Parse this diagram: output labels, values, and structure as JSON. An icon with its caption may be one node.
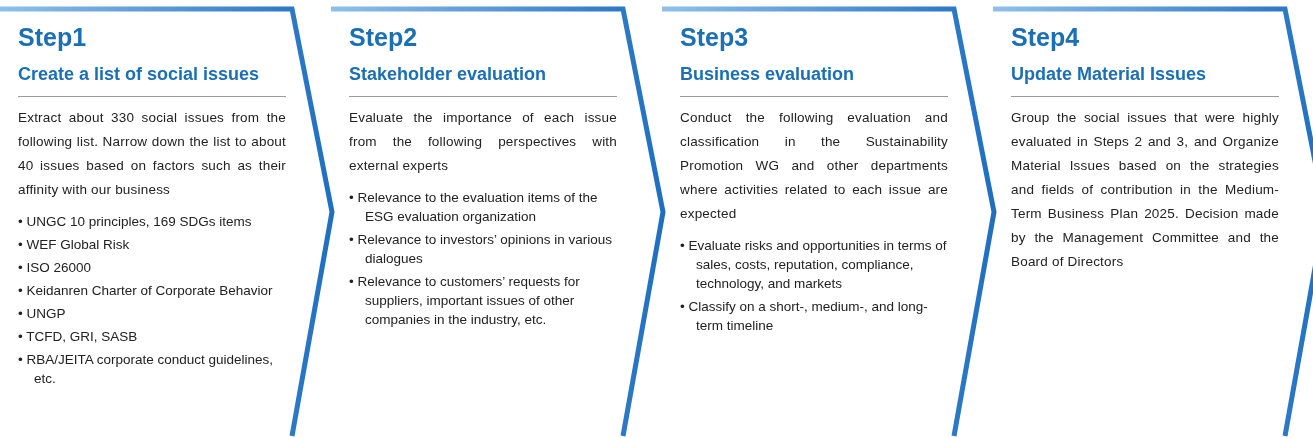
{
  "diagram": {
    "nodes": [
      {
        "text": [
          "Step1",
          "Create a list of social issues",
          "Extract about 330 social issues from the following list. Narrow down the list to about 40 issues based on factors such as their affinity with our business",
          "• UNGC 10 principles, 169 SDGs items",
          "• WEF Global Risk",
          "• ISO 26000",
          "• Keidanren Charter of Corporate Behavior",
          "• UNGP",
          "• TCFD, GRI, SASB",
          "• RBA/JEITA corporate conduct guidelines, etc."
        ]
      },
      {
        "text": [
          "Step2",
          "Stakeholder evaluation",
          "Evaluate the importance of each issue from the following perspectives with external experts",
          "• Relevance to the evaluation items of the ESG evaluation organization",
          "• Relevance to investors’ opinions in various dialogues",
          "• Relevance to customers’ requests for suppliers, important issues of other companies in the industry, etc."
        ]
      },
      {
        "text": [
          "Step3",
          "Business evaluation",
          "Conduct the following evaluation and classification in the Sustainability Promotion WG and other departments where activities related to each issue are expected",
          "• Evaluate risks and opportunities in terms of sales, costs, reputation, compliance, technology, and markets",
          "• Classify on a short-, medium-, and long-term timeline"
        ]
      },
      {
        "text": [
          "Step4",
          "Update Material Issues",
          "Group the social issues that were highly evaluated in Steps 2 and 3, and Organize Material Issues based on the strategies and fields of contribution in the Medium-Term Business Plan 2025. Decision made by the Management Committee and the Board of Directors"
        ]
      }
    ]
  }
}
